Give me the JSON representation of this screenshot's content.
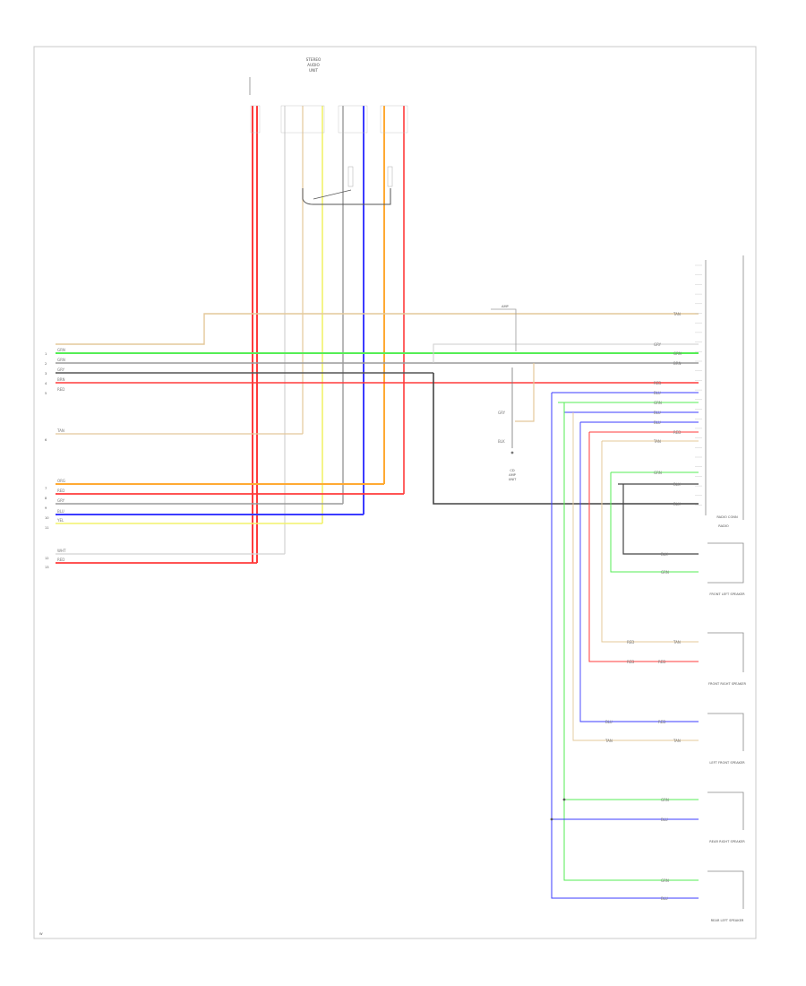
{
  "colors": {
    "tan": "#e4c89a",
    "green": "#55ee55",
    "gray": "#9a9a9a",
    "red": "#ff3b3b",
    "orange": "#ffaa33",
    "yellow": "#f2f26a",
    "blue": "#3b3bff",
    "darkgray": "#555555",
    "black": "#333333",
    "lightgray": "#d2d2d2",
    "frame": "#c8c8c8",
    "connector": "#888888"
  },
  "labels": {
    "top_component": [
      "STEREO",
      "AUDIO",
      "UNIT"
    ],
    "center_component": [
      "CD",
      "AMP",
      "UNIT"
    ],
    "amp_label": "AMP",
    "center_wire_a": "GRY",
    "center_wire_b": "BLK",
    "right_header": "RADIO",
    "footer": "W"
  },
  "left_pins": [
    {
      "num": "1",
      "wire": "GRN"
    },
    {
      "num": "2",
      "wire": "GRN"
    },
    {
      "num": "3",
      "wire": "GRY"
    },
    {
      "num": "4",
      "wire": "BRN"
    },
    {
      "num": "5",
      "wire": "RED"
    },
    {
      "num": "6",
      "wire": "TAN"
    },
    {
      "num": "7",
      "wire": "ORG"
    },
    {
      "num": "8",
      "wire": "RED"
    },
    {
      "num": "9",
      "wire": "GRY"
    },
    {
      "num": "10",
      "wire": "BLU"
    },
    {
      "num": "11",
      "wire": "YEL"
    },
    {
      "num": "12",
      "wire": "WHT"
    },
    {
      "num": "13",
      "wire": "RED"
    }
  ],
  "right_pins": [
    {
      "wire": "TAN"
    },
    {
      "wire": "GRY"
    },
    {
      "wire": "GRN"
    },
    {
      "wire": "BRN"
    },
    {
      "wire": "RED"
    },
    {
      "wire": "BLU"
    },
    {
      "wire": "GRN"
    },
    {
      "wire": "BLU"
    },
    {
      "wire": "BLU"
    },
    {
      "wire": "RED"
    },
    {
      "wire": "TAN"
    },
    {
      "wire": "GRN"
    },
    {
      "wire": "BLK"
    },
    {
      "wire": "BLK"
    }
  ],
  "components": [
    {
      "name": "RADIO CONN"
    },
    {
      "name": "FRONT LEFT SPEAKER"
    },
    {
      "name": "FRONT RIGHT SPEAKER"
    },
    {
      "name": "LEFT FRONT SPEAKER"
    },
    {
      "name": "REAR RIGHT SPEAKER"
    },
    {
      "name": "REAR LEFT SPEAKER"
    }
  ],
  "speaker_wires": [
    {
      "a": "BLK",
      "b": ""
    },
    {
      "a": "GRN",
      "b": ""
    },
    {
      "a": "RED",
      "b": "TAN"
    },
    {
      "a": "RED",
      "b": "RED"
    },
    {
      "a": "BLU",
      "b": "RED"
    },
    {
      "a": "TAN",
      "b": "TAN"
    },
    {
      "a": "GRN",
      "b": ""
    },
    {
      "a": "BLU",
      "b": ""
    },
    {
      "a": "GRN",
      "b": ""
    },
    {
      "a": "BLU",
      "b": ""
    }
  ]
}
